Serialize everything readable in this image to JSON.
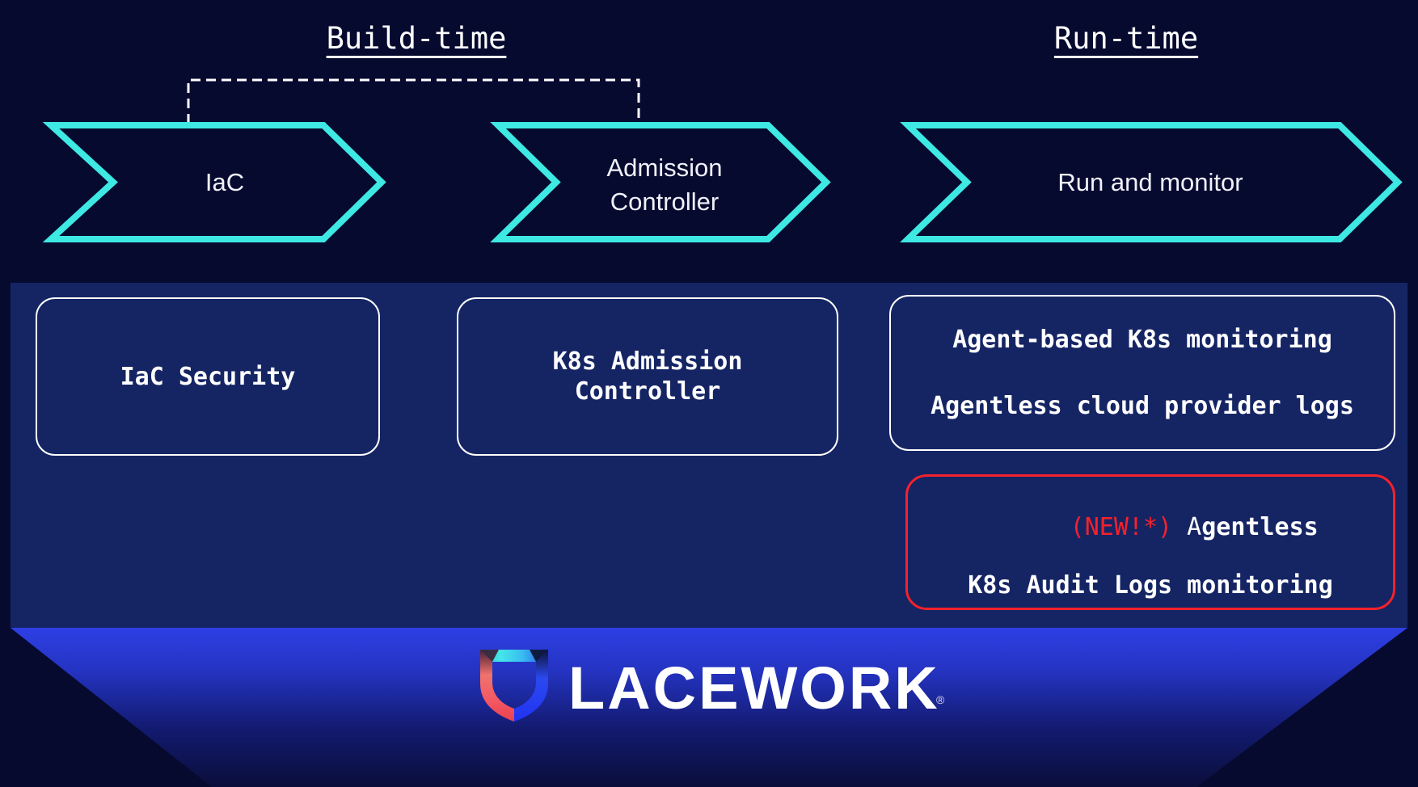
{
  "colors": {
    "background": "#070A2F",
    "accent_cyan": "#3EE8E3",
    "panel_blue": "#152564",
    "band_blue_top": "#2E3FE4",
    "highlight_red": "#F6212B",
    "text_white": "#FFFFFF"
  },
  "headers": {
    "build_time": "Build-time",
    "run_time": "Run-time"
  },
  "stages": {
    "iac": {
      "label": "IaC"
    },
    "admission": {
      "line1": "Admission",
      "line2": "Controller"
    },
    "run": {
      "label": "Run and monitor"
    }
  },
  "main": {
    "iac_box": {
      "label": "IaC Security"
    },
    "admission_box": {
      "line1": "K8s Admission",
      "line2": "Controller"
    },
    "monitoring_box": {
      "line1": "Agent-based K8s monitoring",
      "line2": "Agentless cloud provider logs"
    },
    "new_box": {
      "tag": "(NEW!*)",
      "line1_rest": " A",
      "line1_bold": "gentless",
      "line2": "K8s Audit Logs monitoring"
    }
  },
  "footer": {
    "brand": "LACEWORK",
    "registered": "®"
  }
}
